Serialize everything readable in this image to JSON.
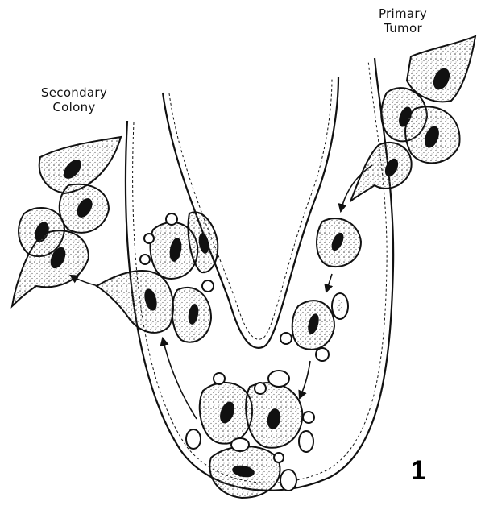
{
  "labels": {
    "primary_line1": "Primary",
    "primary_line2": "Tumor",
    "secondary_line1": "Secondary",
    "secondary_line2": "Colony",
    "figure_number": "1"
  },
  "colors": {
    "ink": "#111111",
    "paper": "#ffffff",
    "stipple": "#555555"
  }
}
